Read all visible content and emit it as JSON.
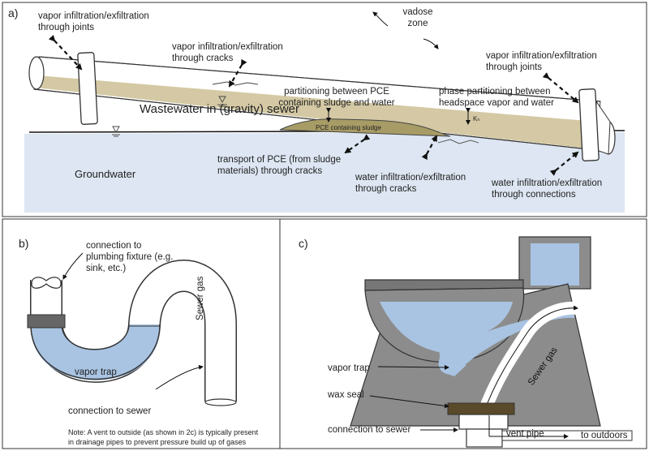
{
  "panel_a": {
    "letter": "a)",
    "vadose_line1": "vadose",
    "vadose_line2": "zone",
    "vapor_joints_left_1": "vapor infiltration/exfiltration",
    "vapor_joints_left_2": "through joints",
    "vapor_cracks_1": "vapor infiltration/exfiltration",
    "vapor_cracks_2": "through cracks",
    "vapor_joints_right_1": "vapor infiltration/exfiltration",
    "vapor_joints_right_2": "through joints",
    "partition_pce_1": "partitioning between PCE",
    "partition_pce_2": "containing sludge and water",
    "phase_partition_1": "phase partitioning between",
    "phase_partition_2": "headspace vapor and water",
    "kh": "Kₕ",
    "wastewater": "Wastewater in (gravity) sewer",
    "sludge": "PCE containing sludge",
    "groundwater": "Groundwater",
    "transport_1": "transport of PCE (from sludge",
    "transport_2": "materials) through cracks",
    "water_cracks_1": "water infiltration/exfiltration",
    "water_cracks_2": "through cracks",
    "water_conn_1": "water infiltration/exfiltration",
    "water_conn_2": "through connections"
  },
  "panel_b": {
    "letter": "b)",
    "connection_plumbing_1": "connection to",
    "connection_plumbing_2": "plumbing fixture (e.g.",
    "connection_plumbing_3": "sink, etc.)",
    "vapor_trap": "vapor trap",
    "sewer_gas": "Sewer gas",
    "connection_sewer": "connection to sewer",
    "note_1": "Note: A vent to outside (as shown in 2c) is typically  present",
    "note_2": "in drainage pipes to prevent pressure build up of gases"
  },
  "panel_c": {
    "letter": "c)",
    "vapor_trap": "vapor trap",
    "wax_seal": "wax seal",
    "connection_sewer": "connection to sewer",
    "sewer_gas": "Sewer gas",
    "vent_pipe": "vent pipe",
    "to_outdoors": "to outdoors"
  },
  "colors": {
    "groundwater": "#dde6f2",
    "wastewater": "#cfc39a",
    "water_blue": "#a9c4e2",
    "toilet_gray": "#8c8c8c",
    "wax": "#5a4a2a"
  }
}
